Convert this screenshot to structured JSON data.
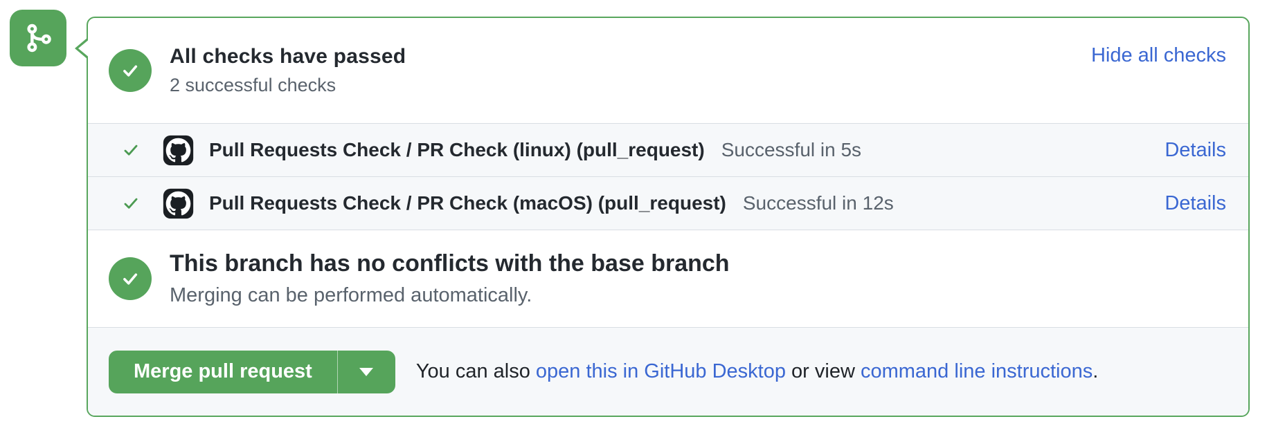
{
  "colors": {
    "green": "#56a45b",
    "box_border_green": "#58a65d",
    "link_blue": "#3a67d2",
    "text_dark": "#24292f",
    "text_muted": "#59626c",
    "row_background": "#f6f8fa",
    "divider_gray": "#d9dee3",
    "logo_black": "#1b1f23"
  },
  "timeline": {
    "icon": "git-merge-icon"
  },
  "header": {
    "status_icon": "check-circle-icon",
    "title": "All checks have passed",
    "subtitle": "2 successful checks",
    "hide_link": "Hide all checks"
  },
  "checks": {
    "items": [
      {
        "status_icon": "check-icon",
        "app_icon": "github-logo-icon",
        "name": "Pull Requests Check / PR Check (linux) (pull_request)",
        "status": "Successful in 5s",
        "details_label": "Details"
      },
      {
        "status_icon": "check-icon",
        "app_icon": "github-logo-icon",
        "name": "Pull Requests Check / PR Check (macOS) (pull_request)",
        "status": "Successful in 12s",
        "details_label": "Details"
      }
    ]
  },
  "branch": {
    "status_icon": "check-circle-icon",
    "title": "This branch has no conflicts with the base branch",
    "subtitle": "Merging can be performed automatically."
  },
  "footer": {
    "merge_button": "Merge pull request",
    "also_prefix": "You can also ",
    "desktop_link": "open this in GitHub Desktop",
    "middle_text": " or view ",
    "cli_link": "command line instructions",
    "suffix": "."
  }
}
